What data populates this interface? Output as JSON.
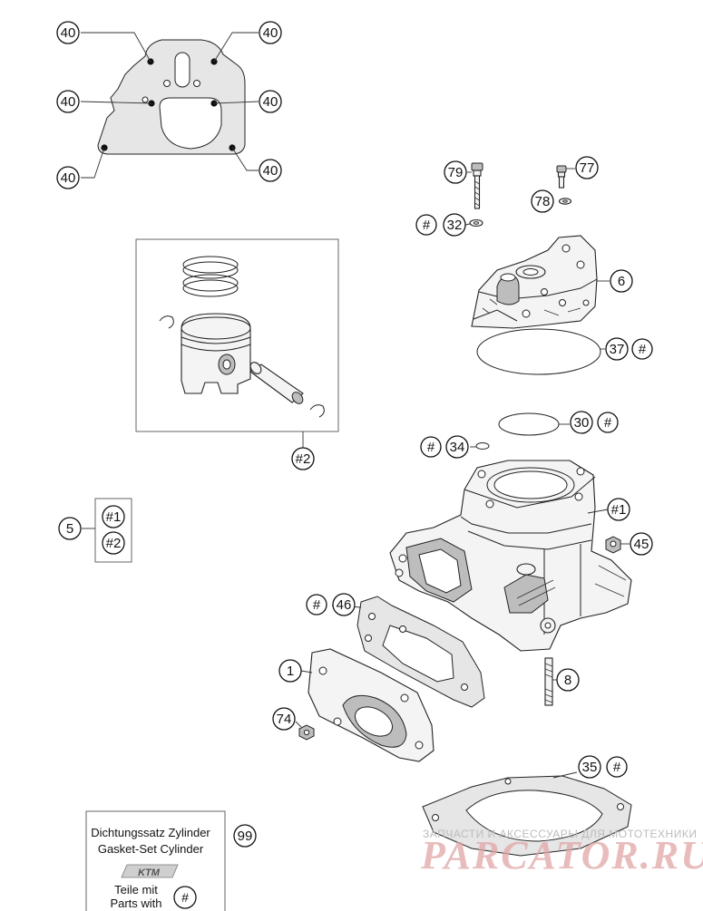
{
  "callouts": {
    "gasket_dots_tl": "40",
    "gasket_dots_tr": "40",
    "gasket_dots_ml": "40",
    "gasket_dots_mr": "40",
    "gasket_dots_bl": "40",
    "gasket_dots_br": "40",
    "bolt_79": "79",
    "bolt_77": "77",
    "washer_78": "78",
    "washer_32": "32",
    "washer_32_kit": "#",
    "cyl_head": "6",
    "oring_37": "37",
    "oring_37_kit": "#",
    "piston_kit": "#2",
    "oring_30": "30",
    "oring_30_kit": "#",
    "oring_34": "34",
    "oring_34_kit": "#",
    "set_5": "5",
    "set_5_item1": "#1",
    "set_5_item2": "#2",
    "cylinder": "#1",
    "nut_45": "45",
    "gasket_46": "46",
    "gasket_46_kit": "#",
    "flange_1": "1",
    "stud_8": "8",
    "nut_74": "74",
    "base_gasket_35": "35",
    "base_gasket_35_kit": "#",
    "gasket_set_99": "99"
  },
  "kit_box": {
    "line1": "Dichtungssatz Zylinder",
    "line2": "Gasket-Set Cylinder",
    "brand": "KTM",
    "line3": "Teile mit",
    "line4": "Parts with",
    "marker": "#"
  },
  "watermark": {
    "tagline": "ЗАПЧАСТИ И АКСЕССУАРЫ ДЛЯ МОТОТЕХНИКИ",
    "site": "PARCATOR.RU"
  }
}
